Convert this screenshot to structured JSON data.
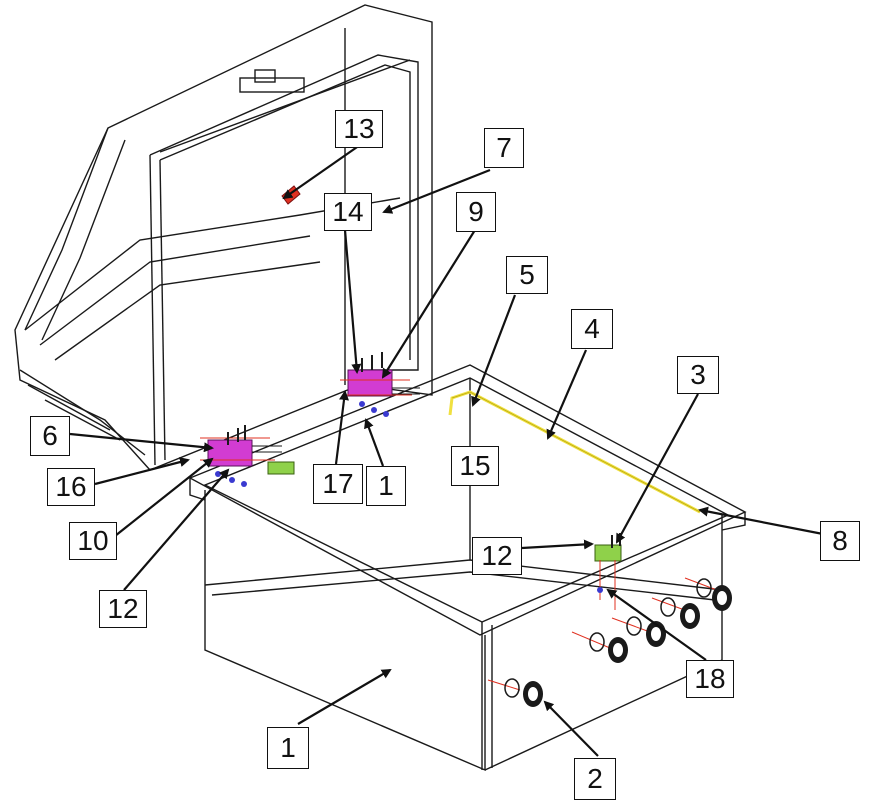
{
  "labels": {
    "l13": "13",
    "l7": "7",
    "l14": "14",
    "l9": "9",
    "l5": "5",
    "l4": "4",
    "l3": "3",
    "l6": "6",
    "l16": "16",
    "l10": "10",
    "l12a": "12",
    "l17": "17",
    "l1a": "1",
    "l15": "15",
    "l8": "8",
    "l12b": "12",
    "l18": "18",
    "l1b": "1",
    "l2": "2"
  },
  "colors": {
    "line": "#1a1a1a",
    "hinge_bracket": "#d23cd2",
    "latch_bracket": "#8fd14a",
    "cable_rail": "#f0e040",
    "callout_marker": "#e03020",
    "screw": "#3a3ad0"
  }
}
